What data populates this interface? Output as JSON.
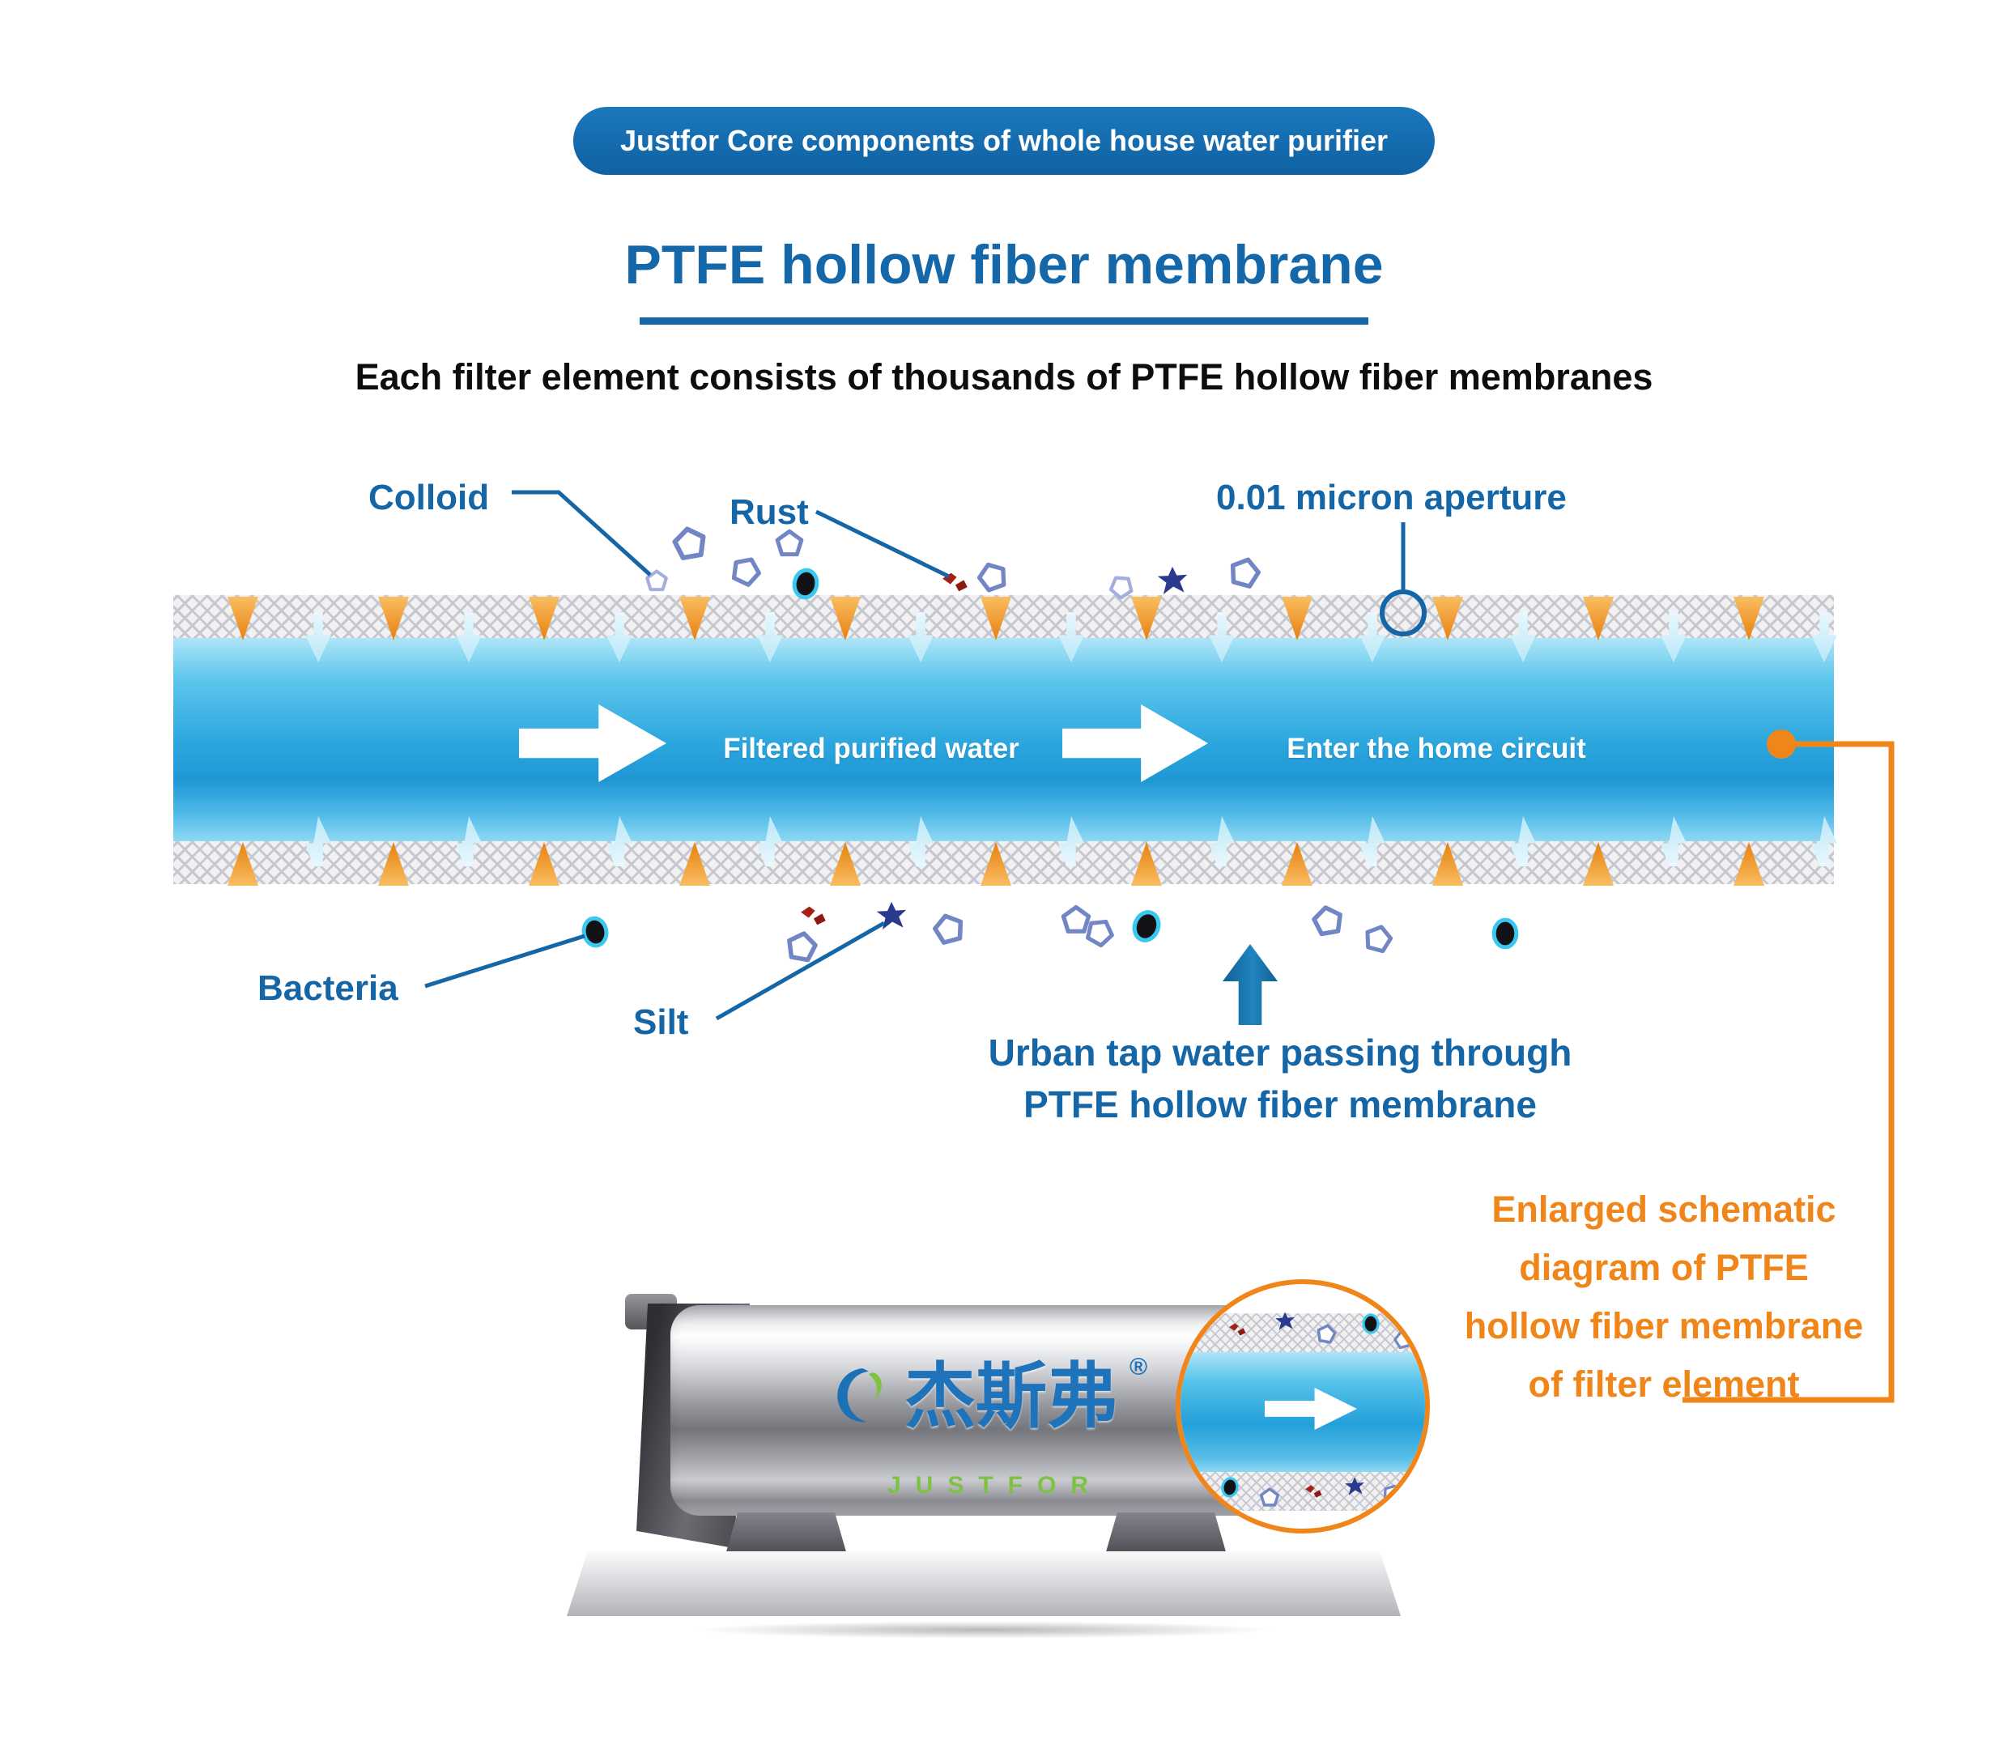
{
  "colors": {
    "primary_blue": "#1467A8",
    "label_blue": "#1566A6",
    "accent_orange": "#F08619",
    "brand_green": "#7DC242",
    "water_blue": "#2BA6DE",
    "colloid_outline": "#7285C5",
    "bacteria_ring": "#3AC8EF",
    "rust_red": "#A42119",
    "silt_navy": "#2B3A8C"
  },
  "banner": {
    "label": "Justfor Core components of whole house water purifier"
  },
  "title": "PTFE hollow fiber membrane",
  "subtitle": "Each filter element consists of thousands of PTFE hollow fiber membranes",
  "diagram": {
    "labels": {
      "colloid": "Colloid",
      "rust": "Rust",
      "aperture": "0.01 micron aperture",
      "bacteria": "Bacteria",
      "silt": "Silt"
    },
    "water_flow": {
      "left_text": "Filtered purified water",
      "right_text": "Enter the home circuit"
    },
    "urban_caption": [
      "Urban tap water passing through",
      "PTFE hollow fiber membrane"
    ]
  },
  "inset": {
    "caption_lines": [
      "Enlarged schematic",
      "diagram of PTFE",
      "hollow fiber membrane",
      "of filter element"
    ]
  },
  "product": {
    "brand_cn": "杰斯弗",
    "registered_mark": "®",
    "brand_en": "JUSTFOR"
  }
}
